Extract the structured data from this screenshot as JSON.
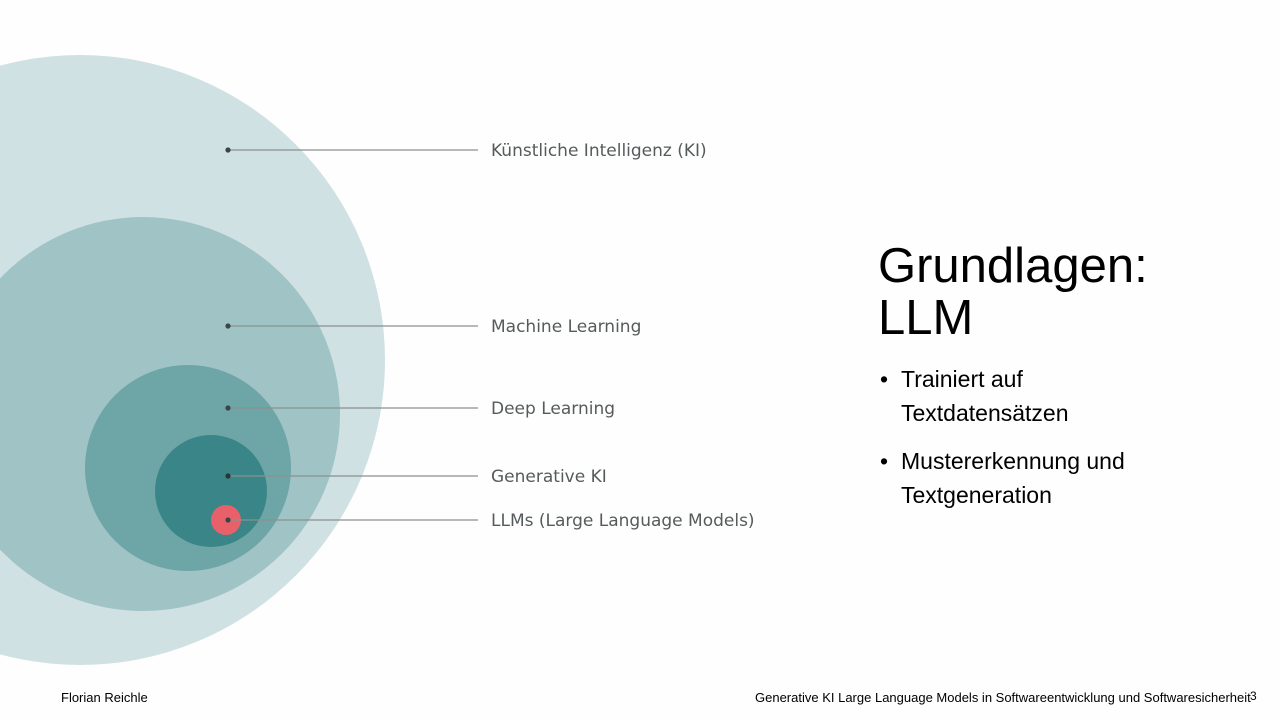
{
  "slide": {
    "title_line1": "Grundlagen:",
    "title_line2": "LLM",
    "bullets": [
      {
        "line1": "Trainiert auf",
        "line2": "Textdatensätzen"
      },
      {
        "line1": "Mustererkennung und",
        "line2": "Textgeneration"
      }
    ],
    "bullet_symbol": "•"
  },
  "diagram": {
    "labels": [
      "Künstliche Intelligenz (KI)",
      "Machine Learning",
      "Deep Learning",
      "Generative KI",
      "LLMs (Large Language Models)"
    ],
    "colors": {
      "ki": "#cfe1e2",
      "ml": "#a0c3c5",
      "dl": "#6ea5a7",
      "gen": "#3a8587",
      "llm": "#e8606a",
      "line": "#8a9090"
    }
  },
  "footer": {
    "author": "Florian Reichle",
    "title": "Generative KI Large Language Models in Softwareentwicklung und Softwaresicherheit",
    "page_number": "3"
  }
}
